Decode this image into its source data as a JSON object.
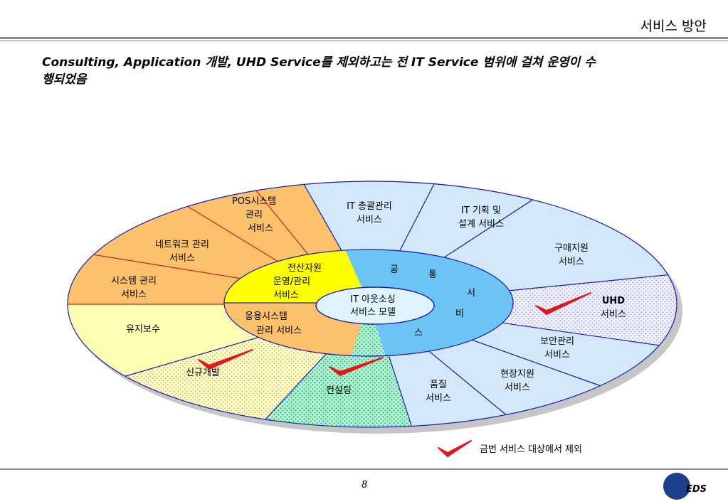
{
  "header": {
    "title": "서비스 방안",
    "headline_line1": "Consulting, Application 개발, UHD Service를 제외하고는 전 IT Service 범위에 걸쳐 운영이 수",
    "headline_line2": "행되었음"
  },
  "diagram": {
    "center": {
      "line1_bold": "IT",
      "line1_rest": " 아웃소싱",
      "line2": "서비스 모델"
    },
    "common_ring_chars": [
      "공",
      "통",
      "서",
      "비",
      "스"
    ],
    "inner_ring": {
      "yellow": [
        "전산자원",
        "운영/관리",
        "서비스"
      ],
      "orange": [
        "응용시스템",
        "관리 서비스"
      ]
    },
    "outer_segments": {
      "pos": {
        "bold": "POS",
        "rest": "시스템",
        "line2": "관리",
        "line3": "서비스"
      },
      "it_total": {
        "bold": "IT",
        "rest": " 총괄관리",
        "line2": "서비스"
      },
      "it_plan": {
        "bold": "IT",
        "rest": " 기획 및",
        "line2": "설계 서비스"
      },
      "purchase": [
        "구매지원",
        "서비스"
      ],
      "uhd": [
        "UHD",
        "서비스"
      ],
      "security": [
        "보안관리",
        "서비스"
      ],
      "field": [
        "현장지원",
        "서비스"
      ],
      "quality": [
        "품질",
        "서비스"
      ],
      "consulting": "컨설팅",
      "new_dev": "신규개발",
      "maintenance": "유지보수",
      "system": [
        "시스템 관리",
        "서비스"
      ],
      "network": [
        "네트워크 관리",
        "서비스"
      ]
    },
    "colors": {
      "orange": "#FBC16B",
      "light_yellow": "#FFFFB3",
      "yellow": "#FFFF00",
      "light_blue": "#D3E9FB",
      "blue": "#6CC4F5",
      "green_dots": "#22CC88",
      "uhd_dots": "#9999DD",
      "check": "#E2161B"
    }
  },
  "legend": {
    "text": "금번 서비스 대상에서 제외"
  },
  "footer": {
    "page": "8",
    "logo_text": "EDS"
  }
}
